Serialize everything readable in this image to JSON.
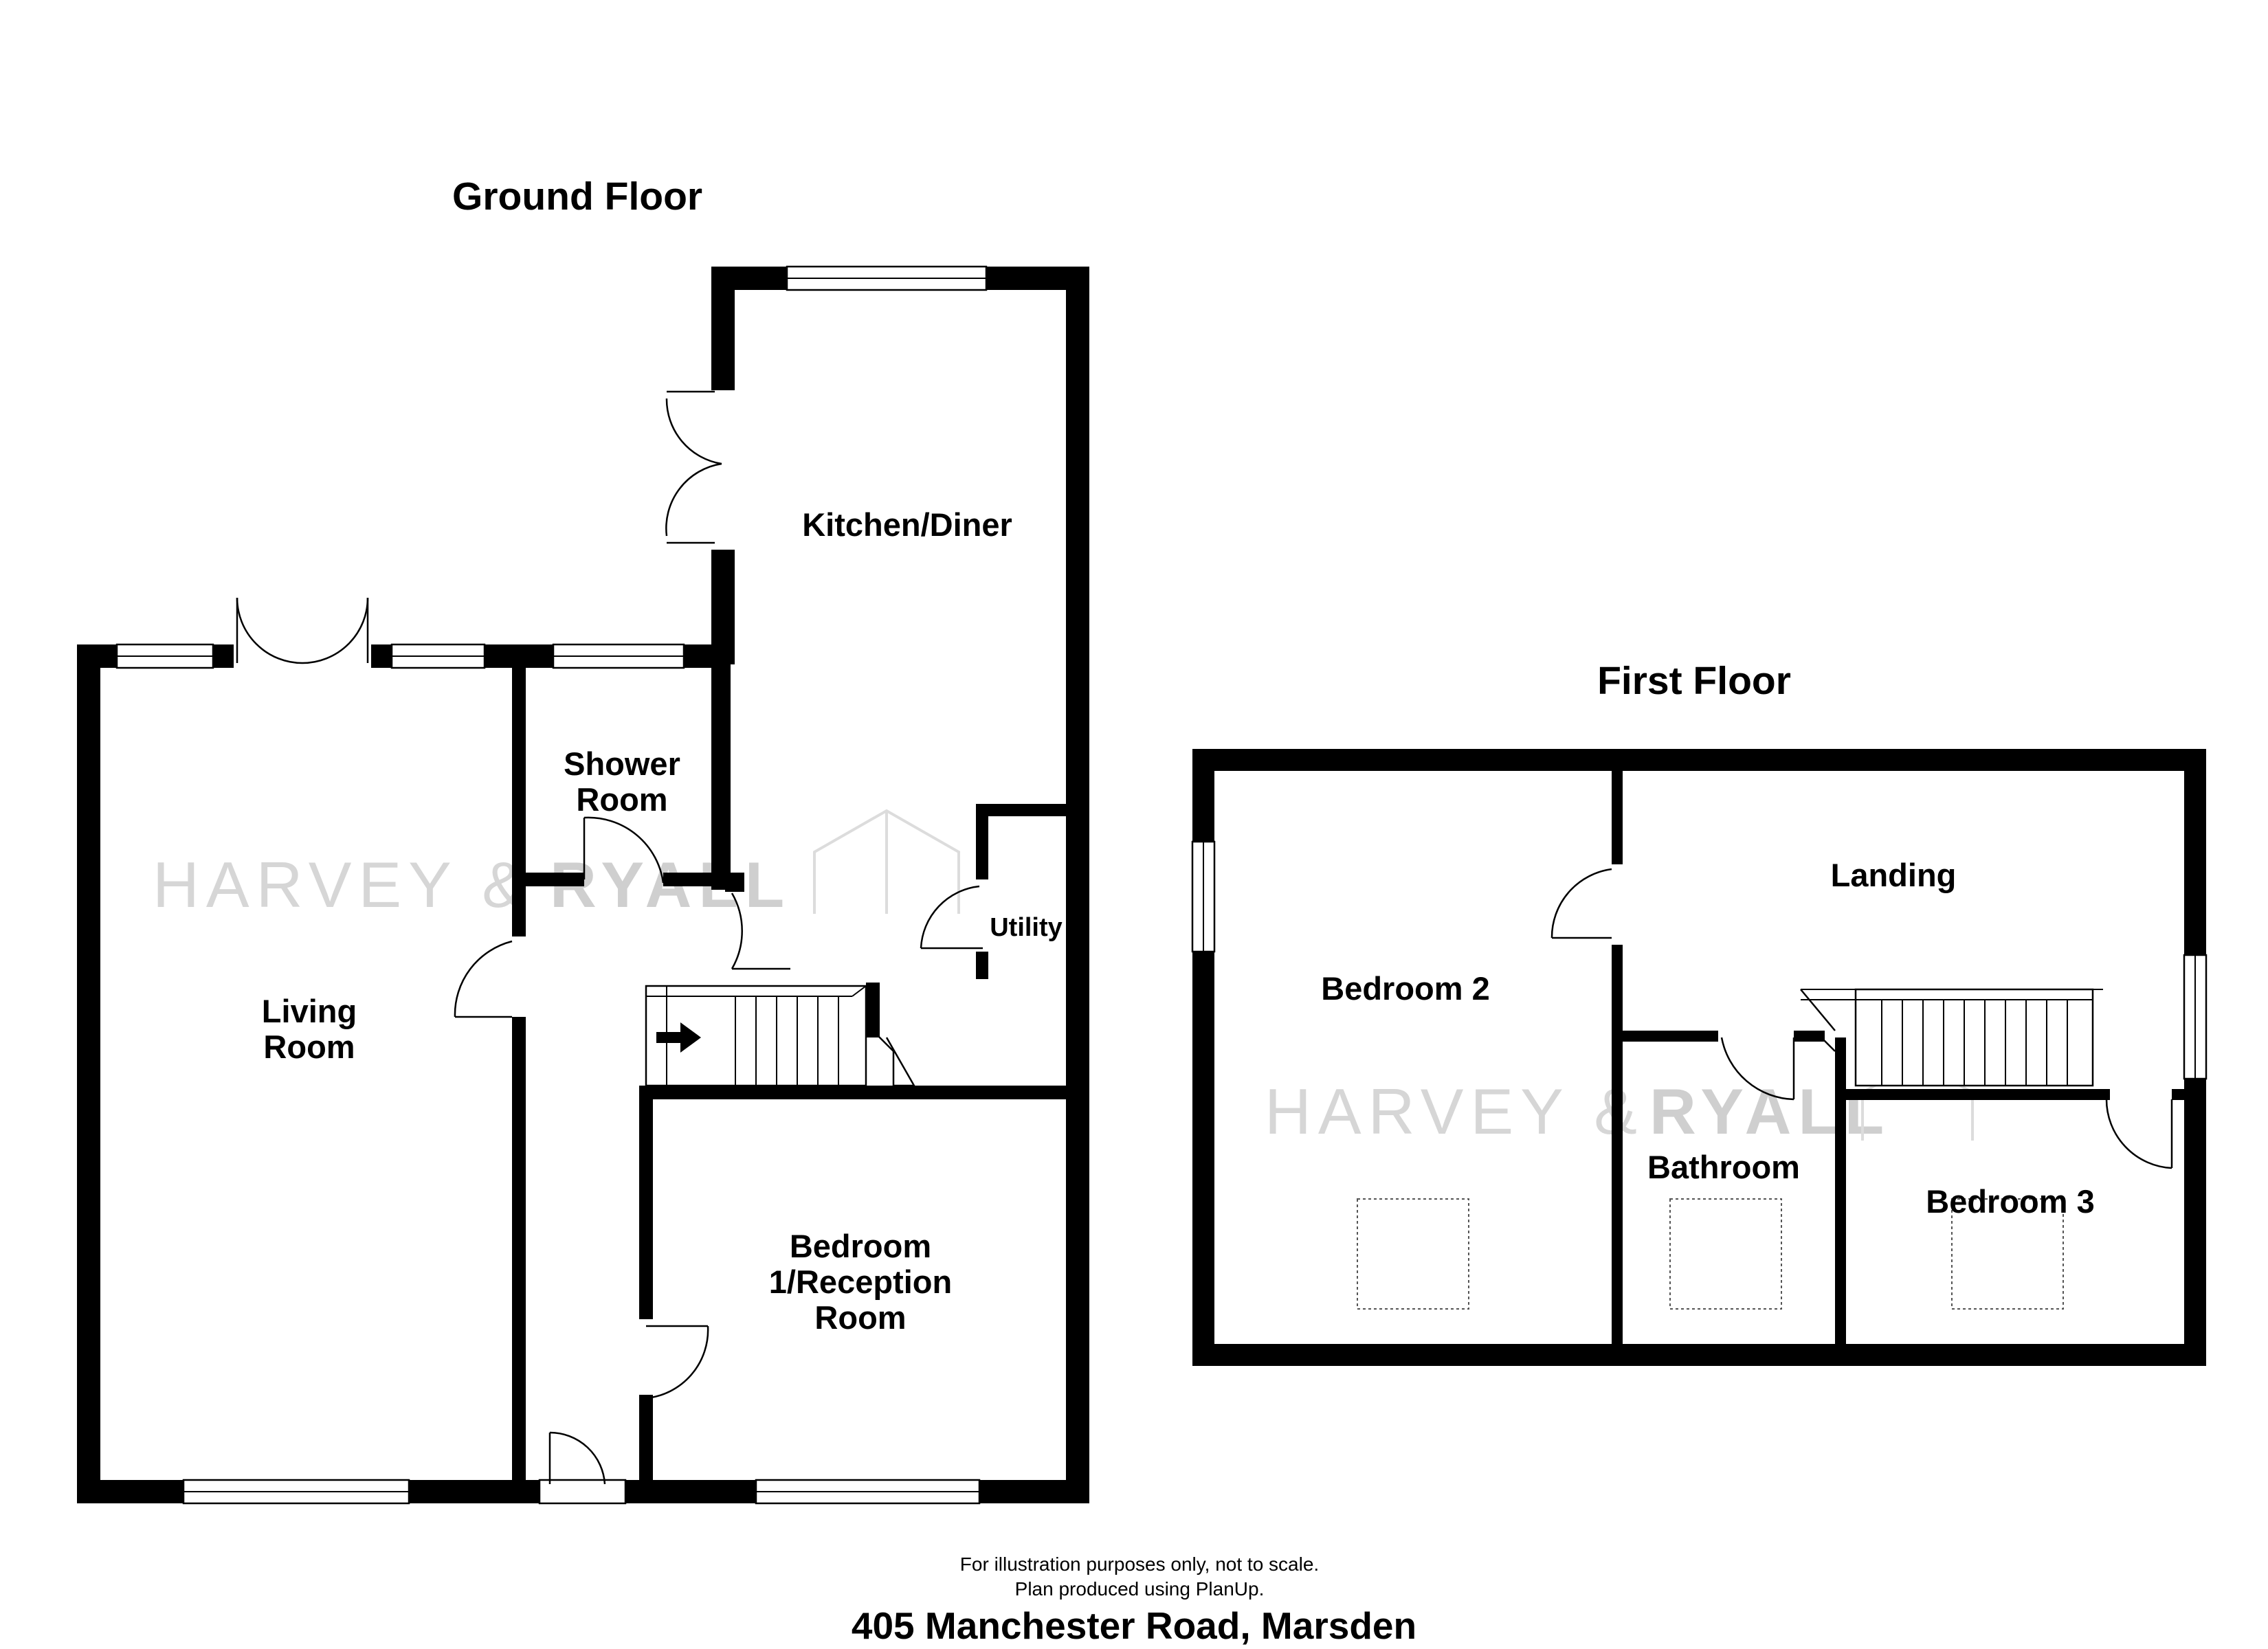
{
  "plan": {
    "ground_floor": {
      "title": "Ground Floor",
      "rooms": {
        "kitchen_diner": [
          "Kitchen/Diner"
        ],
        "shower_room": [
          "Shower",
          "Room"
        ],
        "utility": [
          "Utility"
        ],
        "living_room": [
          "Living",
          "Room"
        ],
        "bedroom_1": [
          "Bedroom",
          "1/Reception",
          "Room"
        ]
      }
    },
    "first_floor": {
      "title": "First Floor",
      "rooms": {
        "landing": [
          "Landing"
        ],
        "bedroom_2": [
          "Bedroom 2"
        ],
        "bathroom": [
          "Bathroom"
        ],
        "bedroom_3": [
          "Bedroom 3"
        ]
      }
    },
    "watermark": {
      "brand_light": "HARVEY &",
      "brand_dark": "RYALL"
    },
    "footer": {
      "note_line1": "For illustration purposes only, not to scale.",
      "note_line2": "Plan produced using PlanUp.",
      "address": "405 Manchester Road, Marsden"
    }
  }
}
